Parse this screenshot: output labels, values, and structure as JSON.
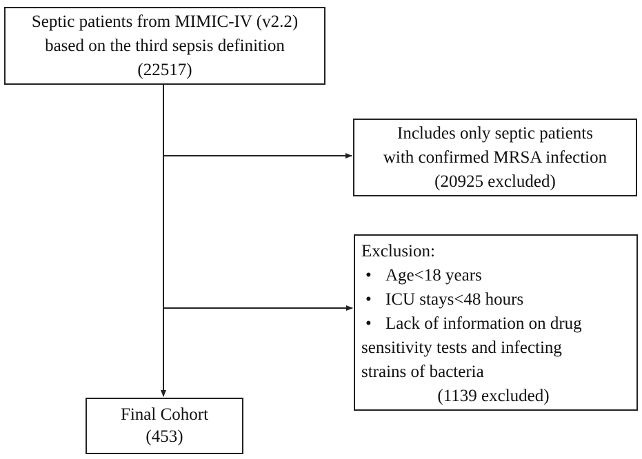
{
  "source_box": {
    "lines": [
      "Septic patients from MIMIC-IV (v2.2)",
      "based on the third sepsis definition",
      "(22517)"
    ]
  },
  "mrsa_box": {
    "lines": [
      "Includes only septic patients",
      "with confirmed MRSA infection",
      "(20925 excluded)"
    ]
  },
  "exclusion_box": {
    "heading": "Exclusion:",
    "bullet_glyph": "•",
    "criteria": [
      "Age<18 years",
      "ICU stays<48 hours",
      "Lack of information on drug"
    ],
    "continuation": [
      "sensitivity tests and infecting",
      "strains of bacteria"
    ],
    "count": "(1139 excluded)"
  },
  "final_box": {
    "lines": [
      "Final Cohort",
      "(453)"
    ]
  },
  "colors": {
    "line": "#222222",
    "text": "#111111",
    "background": "#ffffff"
  }
}
